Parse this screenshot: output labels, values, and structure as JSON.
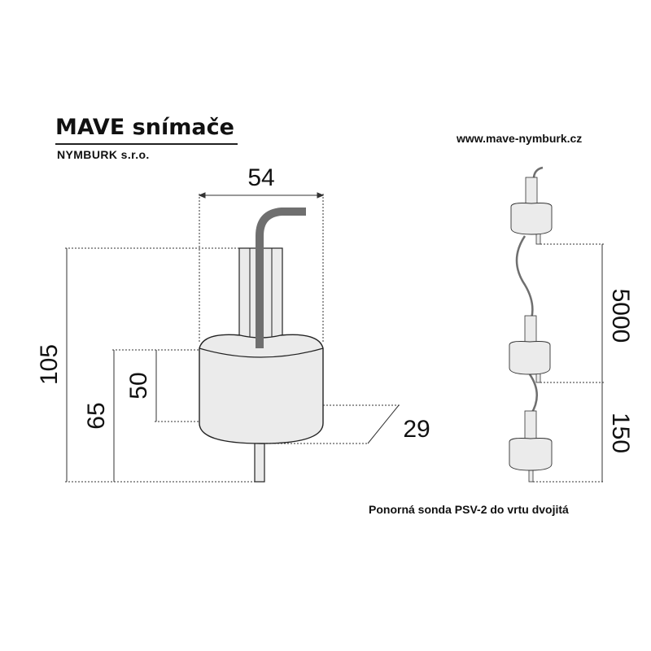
{
  "header": {
    "company": "MAVE snímače",
    "subtitle": "NYMBURK s.r.o.",
    "website": "www.mave-nymburk.cz"
  },
  "caption": "Ponorná sonda PSV-2 do vrtu dvojitá",
  "dimensions": {
    "width": "54",
    "total_height": "105",
    "body_to_bottom": "65",
    "body_height": "50",
    "depth": "29",
    "spacing": "5000",
    "tail": "150"
  },
  "colors": {
    "body_fill": "#ebebeb",
    "outline": "#222222",
    "cable": "#6f6f6f",
    "dim_line": "#333333"
  }
}
